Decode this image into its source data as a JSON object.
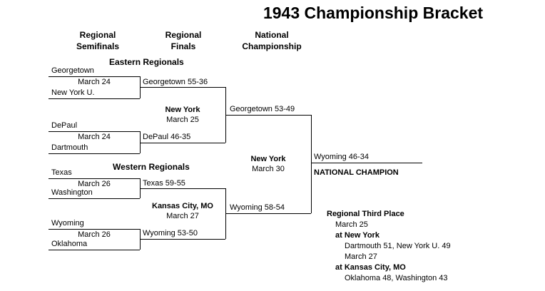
{
  "title": "1943 Championship Bracket",
  "colors": {
    "background": "#ffffff",
    "text": "#000000",
    "lines": "#000000"
  },
  "column_headers": {
    "semifinals": "Regional\nSemifinals",
    "finals": "Regional\nFinals",
    "championship": "National\nChampionship"
  },
  "eastern": {
    "label": "Eastern Regionals",
    "semifinal1": {
      "team1": "Georgetown",
      "team2": "New York U.",
      "date": "March 24",
      "winner": "Georgetown 55-36"
    },
    "semifinal2": {
      "team1": "DePaul",
      "team2": "Dartmouth",
      "date": "March 24",
      "winner": "DePaul 46-35"
    },
    "final": {
      "site": "New York",
      "date": "March 25",
      "winner": "Georgetown 53-49"
    }
  },
  "western": {
    "label": "Western Regionals",
    "semifinal1": {
      "team1": "Texas",
      "team2": "Washington",
      "date": "March 26",
      "winner": "Texas 59-55"
    },
    "semifinal2": {
      "team1": "Wyoming",
      "team2": "Oklahoma",
      "date": "March 26",
      "winner": "Wyoming 53-50"
    },
    "final": {
      "site": "Kansas City, MO",
      "date": "March 27",
      "winner": "Wyoming 58-54"
    }
  },
  "championship": {
    "site": "New York",
    "date": "March 30",
    "winner": "Wyoming 46-34",
    "champion_label": "NATIONAL CHAMPION"
  },
  "third_place": {
    "heading": "Regional Third Place",
    "games": [
      {
        "date": "March 25",
        "site": "at New York",
        "result": "Dartmouth 51, New York U. 49"
      },
      {
        "date": "March 27",
        "site": "at Kansas City, MO",
        "result": "Oklahoma 48, Washington 43"
      }
    ]
  }
}
